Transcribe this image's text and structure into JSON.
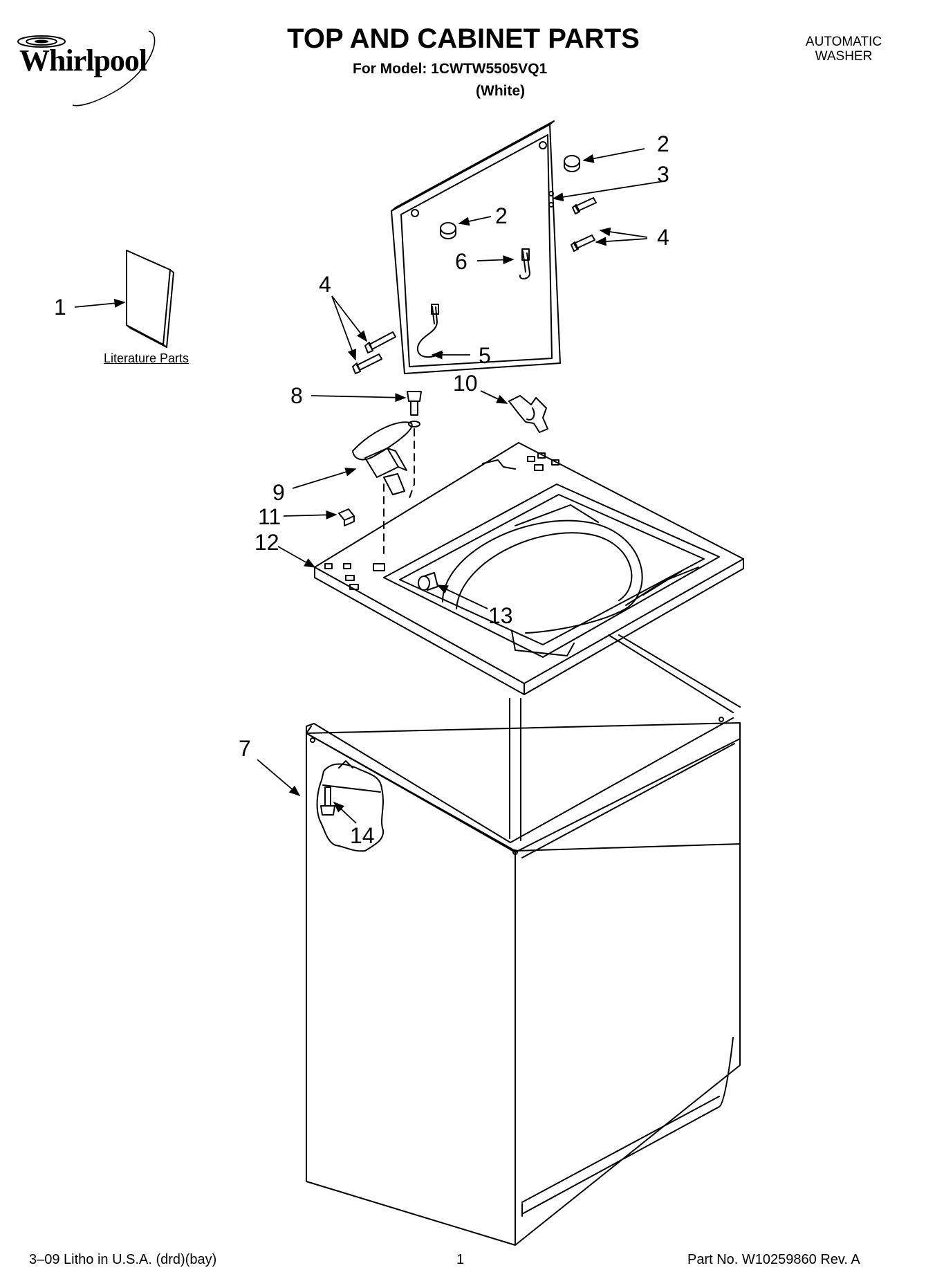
{
  "brand": {
    "name": "Whirlpool"
  },
  "header": {
    "title": "TOP AND CABINET PARTS",
    "model_line": "For Model: 1CWTW5505VQ1",
    "color_line": "(White)",
    "product_line1": "AUTOMATIC",
    "product_line2": "WASHER"
  },
  "literature_label": "Literature Parts",
  "callouts": {
    "c1": "1",
    "c2a": "2",
    "c2b": "2",
    "c3": "3",
    "c4a": "4",
    "c4b": "4",
    "c5": "5",
    "c6": "6",
    "c7": "7",
    "c8": "8",
    "c9": "9",
    "c10": "10",
    "c11": "11",
    "c12": "12",
    "c13": "13",
    "c14": "14"
  },
  "footer": {
    "left": "3–09 Litho in U.S.A. (drd)(bay)",
    "page": "1",
    "right": "Part No. W10259860 Rev. A"
  }
}
